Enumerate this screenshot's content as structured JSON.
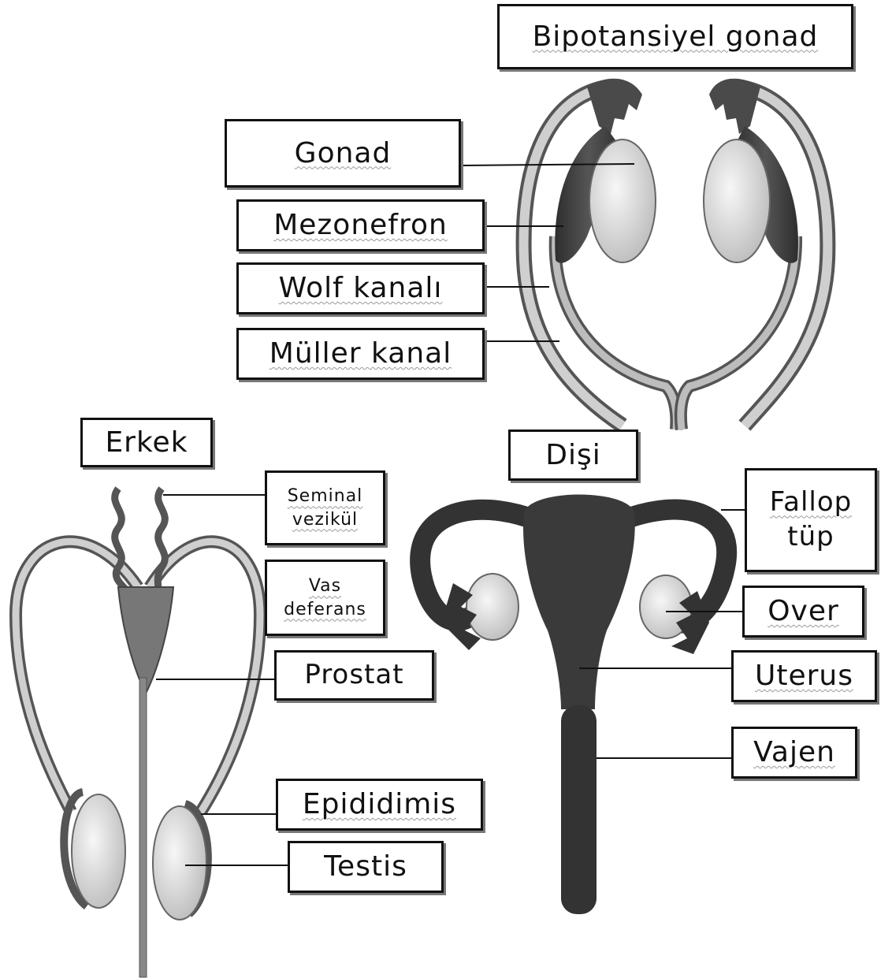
{
  "labels": {
    "bipotansiyel": "Bipotansiyel gonad",
    "gonad": "Gonad",
    "mezonefron": "Mezonefron",
    "wolf": "Wolf kanalı",
    "muller": "Müller kanal",
    "erkek": "Erkek",
    "disi": "Dişi",
    "seminal_1": "Seminal",
    "seminal_2": "vezikül",
    "vas_1": "Vas",
    "vas_2": "deferans",
    "prostat": "Prostat",
    "epididimis": "Epididimis",
    "testis": "Testis",
    "fallop_1": "Fallop",
    "fallop_2": "tüp",
    "over": "Over",
    "uterus": "Uterus",
    "vajen": "Vajen"
  },
  "colors": {
    "tissue_dark": "#3a3a3a",
    "tissue_mid": "#6e6e6e",
    "gonad_fill": "#e3e3e3",
    "duct_light": "#bdbdbd"
  }
}
